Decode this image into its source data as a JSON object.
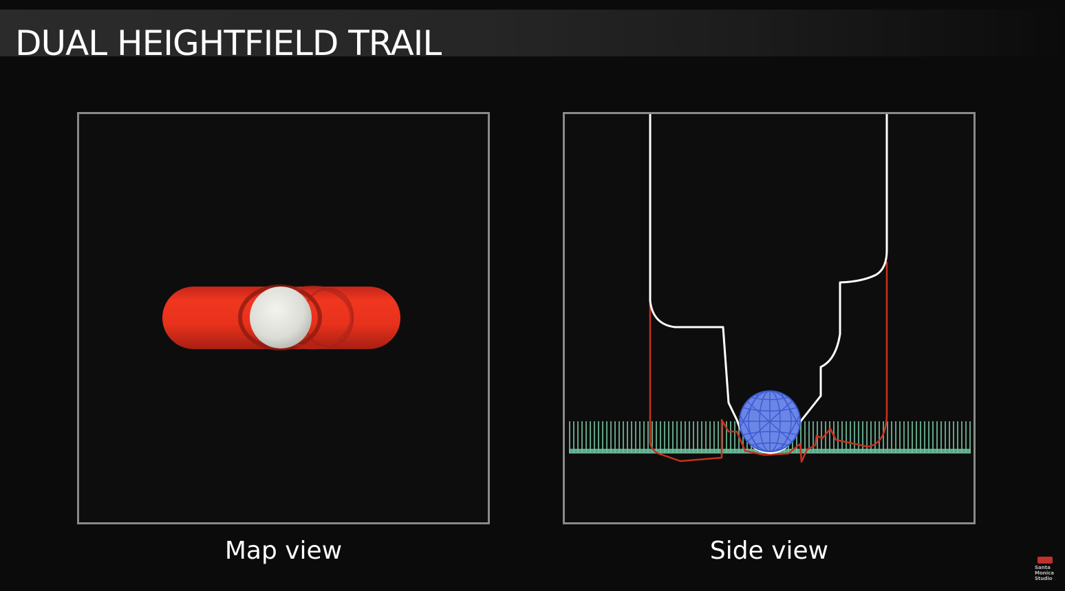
{
  "slide": {
    "title": "DUAL HEIGHTFIELD TRAIL"
  },
  "panels": {
    "map": {
      "caption": "Map view"
    },
    "side": {
      "caption": "Side view"
    }
  },
  "logo": {
    "text": "Santa\nMonica\nStudio"
  },
  "colors": {
    "background": "#0b0b0b",
    "frame": "#8a8a8a",
    "trail_red": "#e8321c",
    "sphere_white": "#e6e6e1",
    "upper_heightfield": "#ffffff",
    "lower_heightfield": "#c8321e",
    "ground": "#7ed3ae",
    "wire_sphere": "#3d5fd6"
  }
}
